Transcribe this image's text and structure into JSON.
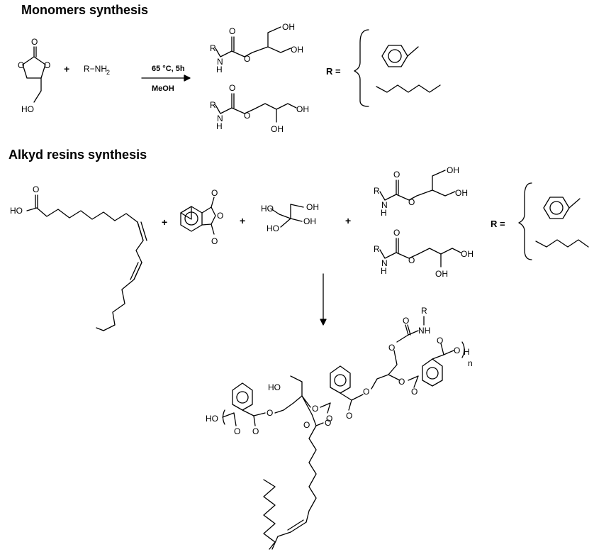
{
  "titles": {
    "monomers": "Monomers synthesis",
    "alkyd": "Alkyd resins synthesis"
  },
  "reaction1": {
    "plus": "+",
    "amine": "R−NH",
    "amine_subscript": "2",
    "condition_top": "65 °C, 5h",
    "condition_bottom": "MeOH",
    "r_equals": "R ="
  },
  "reaction2": {
    "plus": "+",
    "r_equals": "R =",
    "repeat_n": "n",
    "end_h": "H"
  },
  "atoms": {
    "O": "O",
    "OH": "OH",
    "HO": "HO",
    "H": "H",
    "R": "R",
    "NH": "NH"
  }
}
